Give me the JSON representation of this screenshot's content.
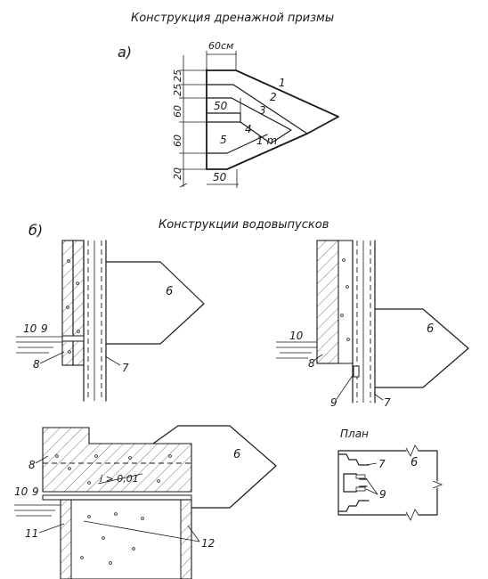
{
  "texts": {
    "title_main": "Конструкция дренажной призмы",
    "title_outlets": "Конструкции водовыпусков",
    "label_a": "а)",
    "label_b": "б)",
    "plan": "План",
    "dim_60cm": "60см",
    "dim_50_top": "50",
    "dim_50_bottom": "50",
    "dim_25a": "25",
    "dim_25b": "25",
    "dim_60a": "60",
    "dim_60b": "60",
    "dim_20": "20",
    "slope": "1 m",
    "slope_grade": "i > 0,01",
    "n1": "1",
    "n2": "2",
    "n3": "3",
    "n4": "4",
    "n5": "5",
    "tl_6": "6",
    "tl_7": "7",
    "tl_8": "8",
    "tl_9": "9",
    "tl_10": "10",
    "tr_6": "6",
    "tr_7": "7",
    "tr_8": "8",
    "tr_9": "9",
    "tr_10": "10",
    "bl_6": "6",
    "bl_8": "8",
    "bl_9": "9",
    "bl_10": "10",
    "bl_11": "11",
    "bl_12": "12",
    "pl_6": "6",
    "pl_7": "7",
    "pl_9": "9"
  }
}
